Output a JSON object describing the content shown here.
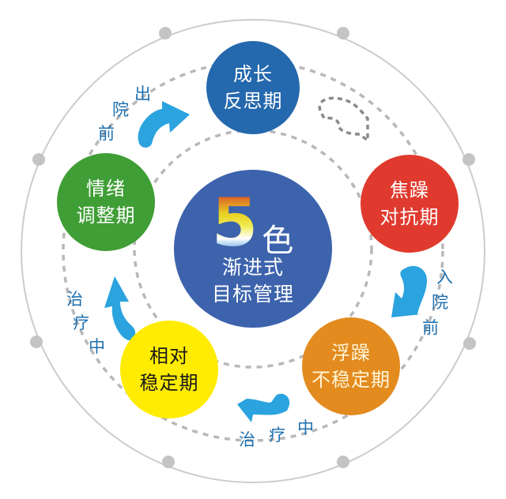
{
  "center": {
    "number": "5",
    "char": "色",
    "line1": "渐进式",
    "line2": "目标管理",
    "color": "#3d63ad"
  },
  "stages": [
    {
      "id": "growth",
      "line1": "成长",
      "line2": "反思期",
      "color": "#2468ad",
      "text_color": "#ffffff"
    },
    {
      "id": "anxious",
      "line1": "焦躁",
      "line2": "对抗期",
      "color": "#e03a2e",
      "text_color": "#ffffff"
    },
    {
      "id": "restless",
      "line1": "浮躁",
      "line2": "不稳定期",
      "color": "#e38b1f",
      "text_color": "#fff6d8"
    },
    {
      "id": "stable",
      "line1": "相对",
      "line2": "稳定期",
      "color": "#ffec00",
      "text_color": "#1a1a1a"
    },
    {
      "id": "emotion",
      "line1": "情绪",
      "line2": "调整期",
      "color": "#3f9e35",
      "text_color": "#ffffff"
    }
  ],
  "transitions": {
    "before_discharge": [
      "出",
      "院",
      "前"
    ],
    "before_admission": [
      "入",
      "院",
      "前"
    ],
    "in_treatment_bottom": [
      "治",
      "疗",
      "中"
    ],
    "in_treatment_left": [
      "治",
      "疗",
      "中"
    ]
  },
  "colors": {
    "arrow": "#2aa3df",
    "label": "#1d6fae",
    "ring": "#c8c8c8",
    "dash": "#b0b0b0"
  }
}
